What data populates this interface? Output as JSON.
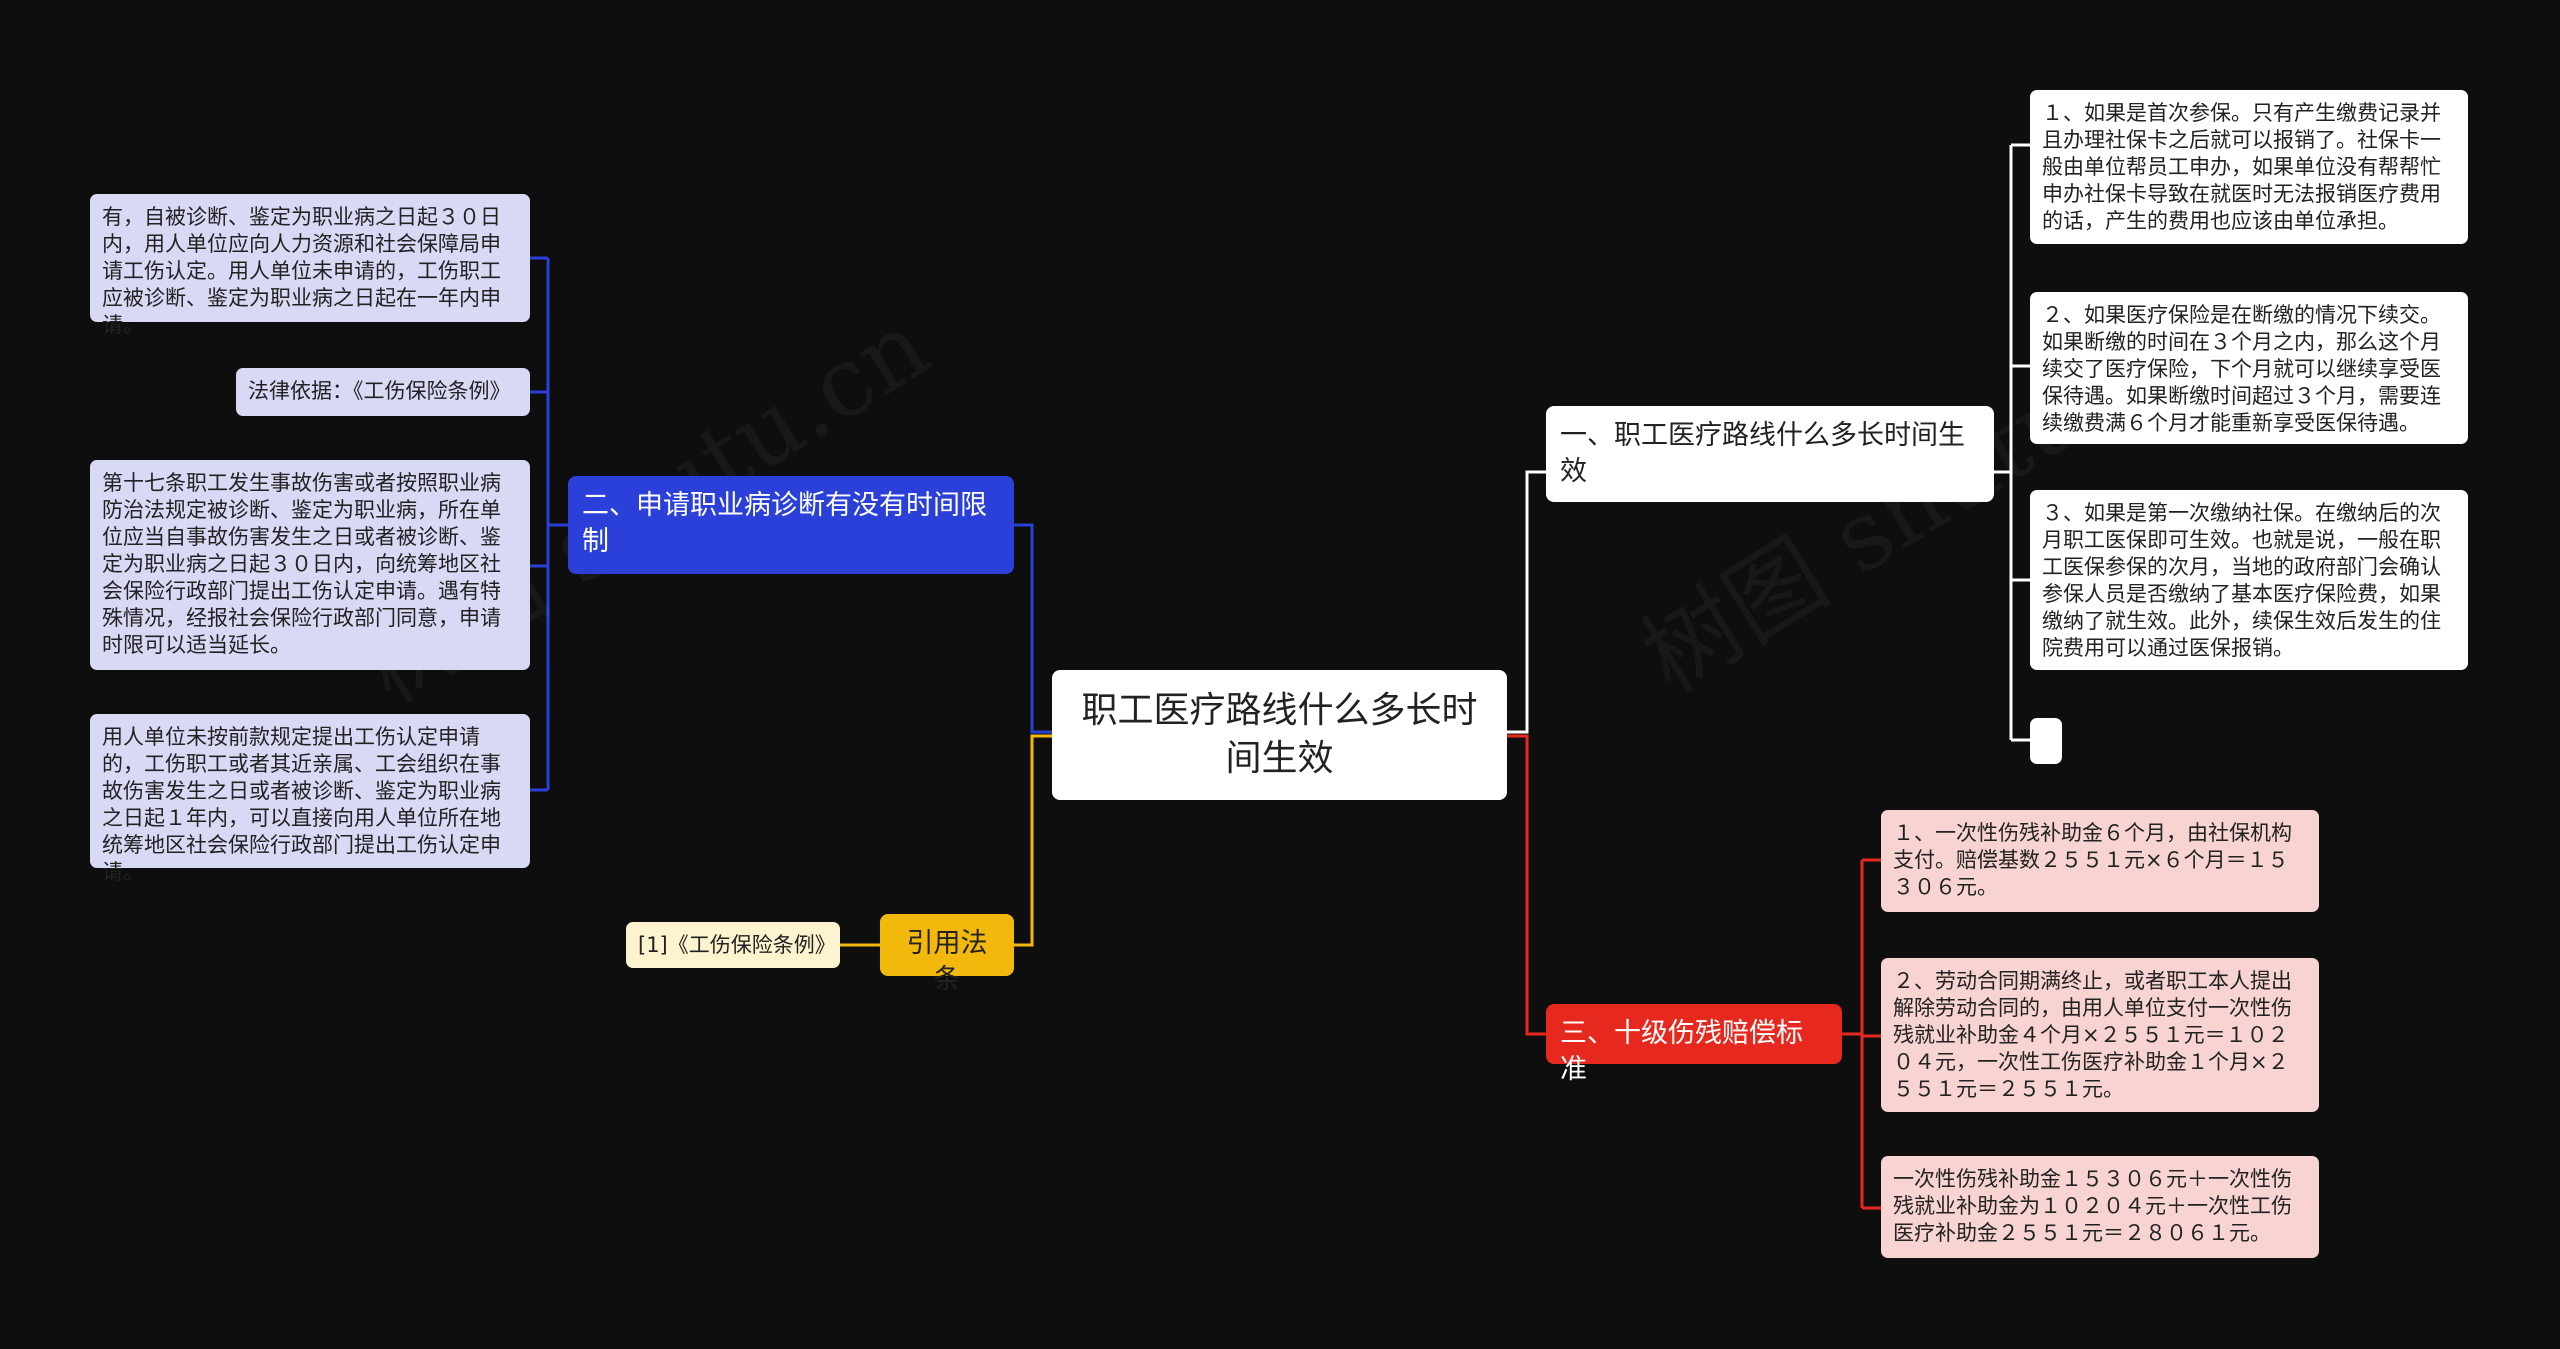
{
  "root": {
    "title": "职工医疗路线什么多长时间生效"
  },
  "branches": {
    "b1": {
      "label": "一、职工医疗路线什么多长时间生效",
      "items": [
        "１、如果是首次参保。只有产生缴费记录并且办理社保卡之后就可以报销了。社保卡一般由单位帮员工申办，如果单位没有帮帮忙申办社保卡导致在就医时无法报销医疗费用的话，产生的费用也应该由单位承担。",
        "２、如果医疗保险是在断缴的情况下续交。如果断缴的时间在３个月之内，那么这个月续交了医疗保险，下个月就可以继续享受医保待遇。如果断缴时间超过３个月，需要连续缴费满６个月才能重新享受医保待遇。",
        "３、如果是第一次缴纳社保。在缴纳后的次月职工医保即可生效。也就是说，一般在职工医保参保的次月，当地的政府部门会确认参保人员是否缴纳了基本医疗保险费，如果缴纳了就生效。此外，续保生效后发生的住院费用可以通过医保报销。",
        ""
      ]
    },
    "b2": {
      "label": "二、申请职业病诊断有没有时间限制",
      "items": [
        "有，自被诊断、鉴定为职业病之日起３０日内，用人单位应向人力资源和社会保障局申请工伤认定。用人单位未申请的，工伤职工应被诊断、鉴定为职业病之日起在一年内申请。",
        "法律依据：《工伤保险条例》",
        "第十七条职工发生事故伤害或者按照职业病防治法规定被诊断、鉴定为职业病，所在单位应当自事故伤害发生之日或者被诊断、鉴定为职业病之日起３０日内，向统筹地区社会保险行政部门提出工伤认定申请。遇有特殊情况，经报社会保险行政部门同意，申请时限可以适当延长。",
        "用人单位未按前款规定提出工伤认定申请的，工伤职工或者其近亲属、工会组织在事故伤害发生之日或者被诊断、鉴定为职业病之日起１年内，可以直接向用人单位所在地统筹地区社会保险行政部门提出工伤认定申请。"
      ]
    },
    "b3": {
      "label": "三、十级伤残赔偿标准",
      "items": [
        "１、一次性伤残补助金６个月，由社保机构支付。赔偿基数２５５１元×６个月＝１５３０６元。",
        "２、劳动合同期满终止，或者职工本人提出解除劳动合同的，由用人单位支付一次性伤残就业补助金４个月×２５５１元＝１０２０４元，一次性工伤医疗补助金１个月×２５５１元＝２５５１元。",
        "一次性伤残补助金１５３０６元＋一次性伤残就业补助金为１０２０４元＋一次性工伤医疗补助金２５５１元＝２８０６１元。"
      ]
    },
    "b4": {
      "label": "引用法条",
      "items": [
        "[1]《工伤保险条例》"
      ]
    }
  },
  "colors": {
    "background": "#0e0e0e",
    "branch1_line": "#ffffff",
    "branch2": "#2a40d8",
    "branch2_leaf": "#d8d9f5",
    "branch3": "#e6281e",
    "branch3_leaf": "#f7d3d1",
    "branch4": "#f2b90c",
    "branch4_leaf": "#fdf3cf"
  }
}
